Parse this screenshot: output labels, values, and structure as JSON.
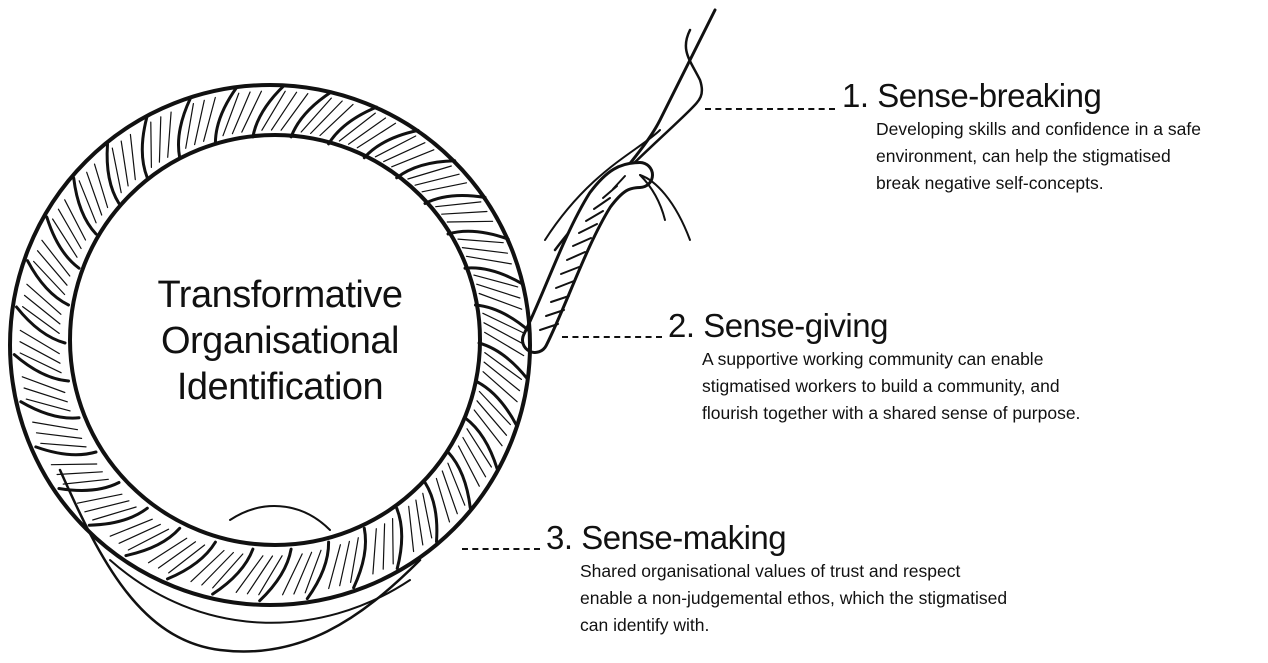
{
  "diagram": {
    "center_title_lines": [
      "Transformative",
      "Organisational",
      "Identification"
    ],
    "steps": [
      {
        "heading": "1. Sense-breaking",
        "body_lines": [
          "Developing skills and confidence in a safe",
          "environment, can help the stigmatised",
          "break negative self-concepts."
        ]
      },
      {
        "heading": "2. Sense-giving",
        "body_lines": [
          "A supportive working community can enable",
          "stigmatised workers to build a community, and",
          "flourish together with a shared sense of purpose."
        ]
      },
      {
        "heading": "3. Sense-making",
        "body_lines": [
          "Shared organisational values of trust and respect",
          "enable a non-judgemental ethos, which the stigmatised",
          "can identify with."
        ]
      }
    ]
  },
  "colors": {
    "ink": "#111111",
    "background": "#ffffff"
  }
}
